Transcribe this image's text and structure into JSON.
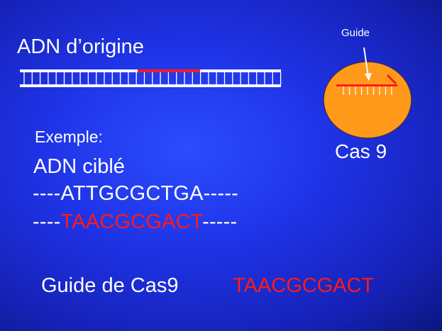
{
  "title": "ADN d’origine",
  "example_label": "Exemple:",
  "target_label": "ADN ciblé",
  "sequence_top": {
    "prefix": "----",
    "bases": "ATTGCGCTGA",
    "suffix": "-----"
  },
  "sequence_bottom": {
    "prefix": "----",
    "bases": "TAACGCGACT",
    "suffix": "-----"
  },
  "guide_caption": "Guide de Cas9",
  "guide_sequence": "TAACGCGACT",
  "cas9_label": "Cas 9",
  "guide_label": "Guide",
  "colors": {
    "highlight": "#ff1a1a",
    "cas9_body": "#ff9a1a",
    "text": "#ffffff"
  }
}
